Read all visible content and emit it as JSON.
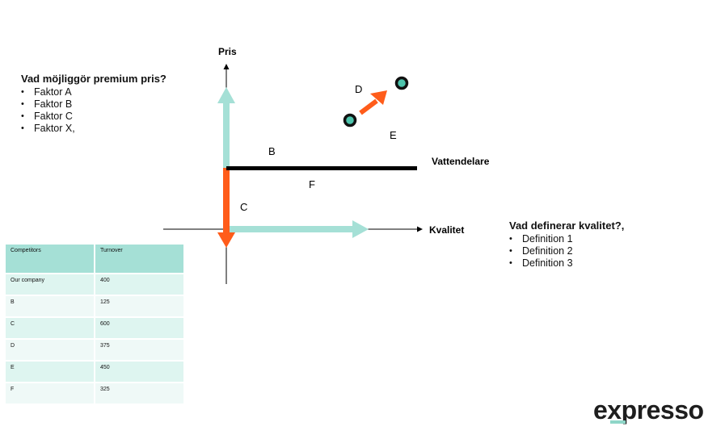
{
  "left_question": {
    "title": "Vad möjliggör premium pris?",
    "items": [
      "Faktor A",
      "Faktor B",
      "Faktor C",
      "Faktor X,"
    ]
  },
  "right_question": {
    "title": "Vad definerar kvalitet?,",
    "items": [
      "Definition 1",
      "Definition 2",
      "Definition 3"
    ]
  },
  "diagram": {
    "y_axis_label": "Pris",
    "x_axis_label": "Kvalitet",
    "threshold_label": "Vattendelare",
    "regions": {
      "b": "B",
      "c": "C",
      "d": "D",
      "e": "E",
      "f": "F"
    },
    "colors": {
      "mint": "#a5e0d6",
      "orange": "#ff5c1a",
      "black": "#000000",
      "dot": "#4dc4ac"
    }
  },
  "table": {
    "headers": [
      "Competitors",
      "Turnover"
    ],
    "rows": [
      [
        "Our company",
        "400"
      ],
      [
        "B",
        "125"
      ],
      [
        "C",
        "600"
      ],
      [
        "D",
        "375"
      ],
      [
        "E",
        "450"
      ],
      [
        "F",
        "325"
      ]
    ]
  },
  "logo": {
    "text": "expresso"
  }
}
